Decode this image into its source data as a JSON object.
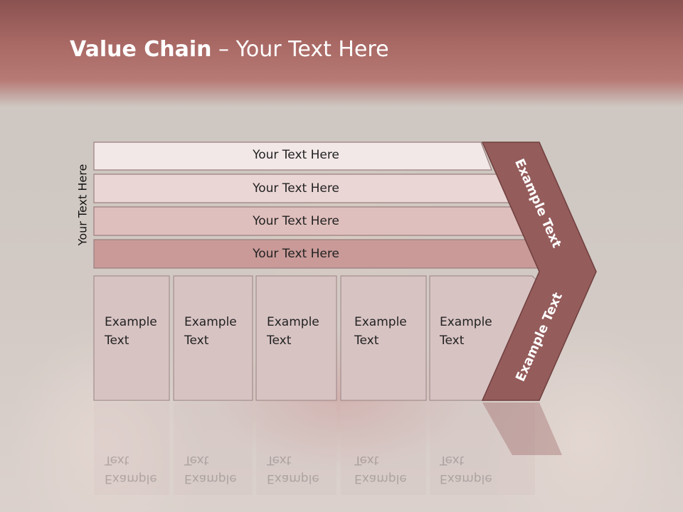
{
  "slide": {
    "title_bold": "Value Chain",
    "title_rest": " – Your Text Here",
    "side_label": "Your Text Here"
  },
  "support_bars": [
    {
      "label": "Your Text Here",
      "fill": "#f3e8e8"
    },
    {
      "label": "Your Text Here",
      "fill": "#ead6d5"
    },
    {
      "label": "Your Text Here",
      "fill": "#dfbfbd"
    },
    {
      "label": "Your Text Here",
      "fill": "#c99a98"
    }
  ],
  "primary_boxes": [
    {
      "text": "Example\nText"
    },
    {
      "text": "Example\nText"
    },
    {
      "text": "Example\nText"
    },
    {
      "text": "Example\nText"
    },
    {
      "text": "Example\nText"
    }
  ],
  "chevron": {
    "top_label": "Example Text",
    "bottom_label": "Example Text",
    "fill": "#945c5b"
  },
  "colors": {
    "header": "#a86864",
    "box_fill": "#d8c3c3",
    "box_border": "#a38e8e"
  }
}
